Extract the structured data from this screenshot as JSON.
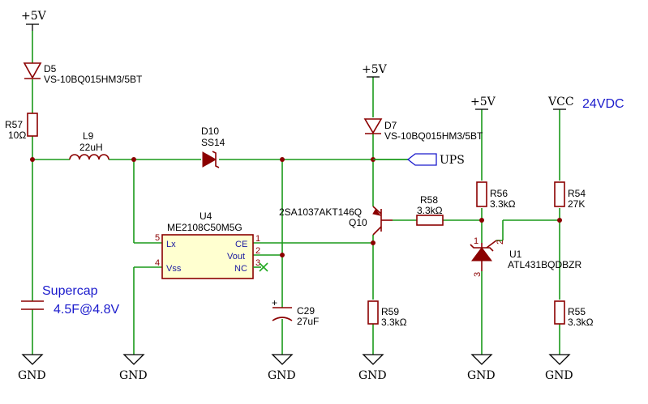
{
  "power": {
    "p5v_top": "+5V",
    "p5v_d7": "+5V",
    "p5v_r56": "+5V",
    "vcc": "VCC",
    "gnd": "GND"
  },
  "notes": {
    "supply": "24VDC",
    "supercap_line1": "Supercap",
    "supercap_line2": "4.5F@4.8V"
  },
  "net_labels": {
    "ups": "UPS"
  },
  "components": {
    "d5": {
      "ref": "D5",
      "value": "VS-10BQ015HM3/5BT"
    },
    "r57": {
      "ref": "R57",
      "value": "10Ω"
    },
    "l9": {
      "ref": "L9",
      "value": "22uH"
    },
    "d10": {
      "ref": "D10",
      "value": "SS14"
    },
    "d7": {
      "ref": "D7",
      "value": "VS-10BQ015HM3/5BT"
    },
    "u4": {
      "ref": "U4",
      "value": "ME2108C50M5G",
      "pins": {
        "lx": "Lx",
        "vss": "Vss",
        "ce": "CE",
        "vout": "Vout",
        "nc": "NC"
      },
      "pin_numbers": {
        "p1": "1",
        "p2": "2",
        "p3": "3",
        "p4": "4",
        "p5": "5"
      }
    },
    "q10": {
      "ref": "Q10",
      "value": "2SA1037AKT146Q"
    },
    "r58": {
      "ref": "R58",
      "value": "3.3kΩ"
    },
    "r56": {
      "ref": "R56",
      "value": "3.3kΩ"
    },
    "r54": {
      "ref": "R54",
      "value": "27K"
    },
    "u1": {
      "ref": "U1",
      "value": "ATL431BQDBZR",
      "pin_numbers": {
        "p1": "1",
        "p2": "2",
        "p3": "3"
      }
    },
    "r55": {
      "ref": "R55",
      "value": "3.3kΩ"
    },
    "r59": {
      "ref": "R59",
      "value": "3.3kΩ"
    },
    "c29": {
      "ref": "C29",
      "value": "27uF",
      "polarity": "+"
    }
  }
}
